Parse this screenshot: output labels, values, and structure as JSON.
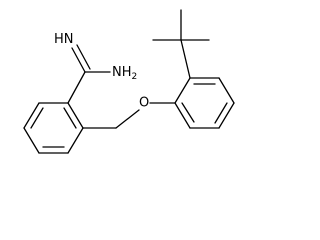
{
  "molecule": {
    "atoms": {
      "imine_n": "N",
      "imine_h": "H",
      "amine_n": "N",
      "amine_h": "H",
      "amine_h_count": "2",
      "ether_o": "O"
    }
  }
}
